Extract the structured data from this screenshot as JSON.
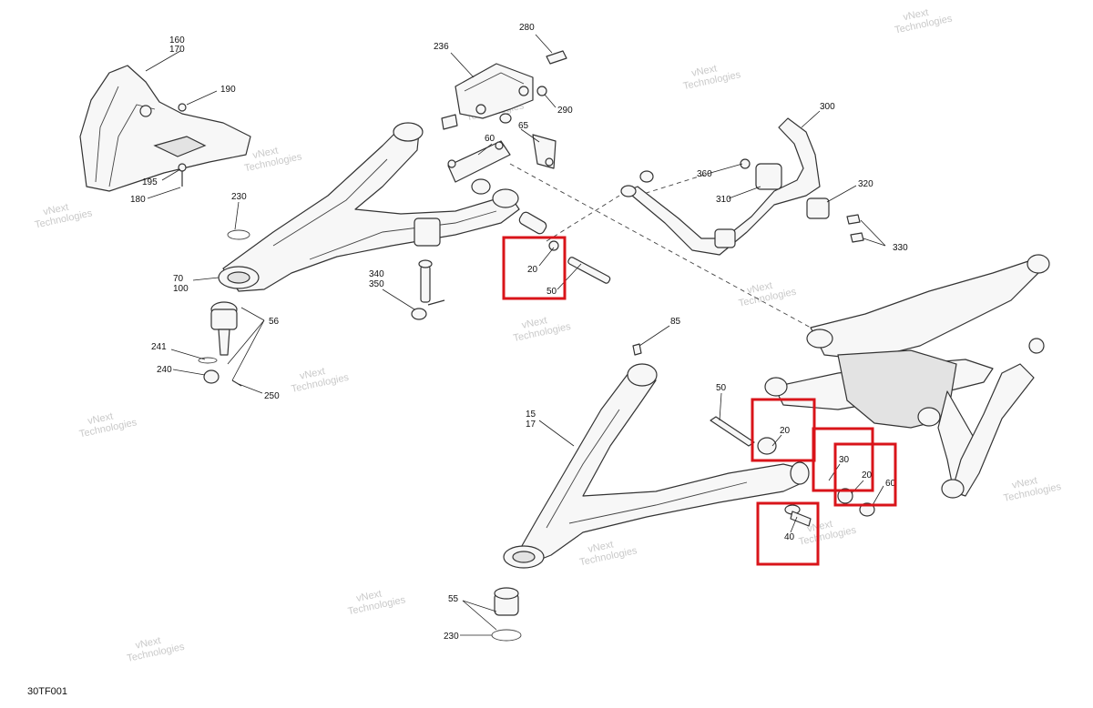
{
  "diagram": {
    "code": "30TF001",
    "watermark": {
      "line1": "vNext",
      "line2": "Technologies",
      "combined": "vNext Technologies"
    },
    "callouts": [
      {
        "id": "c160",
        "text": "160"
      },
      {
        "id": "c170",
        "text": "170"
      },
      {
        "id": "c190",
        "text": "190"
      },
      {
        "id": "c195",
        "text": "195"
      },
      {
        "id": "c180",
        "text": "180"
      },
      {
        "id": "c236",
        "text": "236"
      },
      {
        "id": "c280",
        "text": "280"
      },
      {
        "id": "c290",
        "text": "290"
      },
      {
        "id": "c60a",
        "text": "60"
      },
      {
        "id": "c65",
        "text": "65"
      },
      {
        "id": "c230a",
        "text": "230"
      },
      {
        "id": "c70",
        "text": "70"
      },
      {
        "id": "c100",
        "text": "100"
      },
      {
        "id": "c340",
        "text": "340"
      },
      {
        "id": "c350",
        "text": "350"
      },
      {
        "id": "c56",
        "text": "56"
      },
      {
        "id": "c241",
        "text": "241"
      },
      {
        "id": "c240",
        "text": "240"
      },
      {
        "id": "c250",
        "text": "250"
      },
      {
        "id": "c20a",
        "text": "20"
      },
      {
        "id": "c50a",
        "text": "50"
      },
      {
        "id": "c300",
        "text": "300"
      },
      {
        "id": "c360",
        "text": "360"
      },
      {
        "id": "c310",
        "text": "310"
      },
      {
        "id": "c320",
        "text": "320"
      },
      {
        "id": "c330",
        "text": "330"
      },
      {
        "id": "c85",
        "text": "85"
      },
      {
        "id": "c15",
        "text": "15"
      },
      {
        "id": "c17",
        "text": "17"
      },
      {
        "id": "c50b",
        "text": "50"
      },
      {
        "id": "c20b",
        "text": "20"
      },
      {
        "id": "c30",
        "text": "30"
      },
      {
        "id": "c20c",
        "text": "20"
      },
      {
        "id": "c60b",
        "text": "60"
      },
      {
        "id": "c40",
        "text": "40"
      },
      {
        "id": "c55",
        "text": "55"
      },
      {
        "id": "c230b",
        "text": "230"
      }
    ],
    "highlight_color": "#d9141a"
  }
}
